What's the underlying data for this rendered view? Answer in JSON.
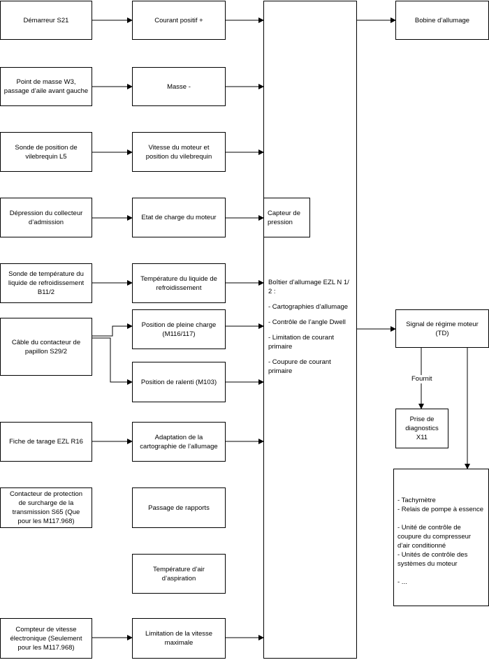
{
  "sources": {
    "demarreur": "Démarreur S21",
    "masse_point": "Point de masse W3,\npassage d’aile avant gauche",
    "sonde_vilebrequin": "Sonde de position de\nvilebrequin L5",
    "depression": "Dépression du collecteur\nd’admission",
    "sonde_temp": "Sonde de température du\nliquide de refroidissement\nB11/2",
    "cable_papillon": "Câble du contacteur de\npapillon S29/2",
    "fiche_tarage": "Fiche de tarage EZL R16",
    "contacteur_protection": "Contacteur de protection\nde surcharge de la\ntransmission S65 (Que\npour les M117.968)",
    "compteur_vitesse": "Compteur de vitesse\nélectronique (Seulement\npour les M117.968)"
  },
  "signals": {
    "courant_positif": "Courant positif +",
    "masse": "Masse -",
    "vitesse_moteur": "Vitesse du moteur et\nposition du vilebrequin",
    "etat_charge": "Etat de charge du moteur",
    "temp_liquide": "Température du liquide de\nrefroidissement",
    "pleine_charge": "Position de pleine charge\n(M116/117)",
    "ralenti": "Position de ralenti (M103)",
    "adaptation": "Adaptation de la\ncartographie de l’allumage",
    "passage_rapports": "Passage de rapports",
    "temp_air": "Température d’air\nd’aspiration",
    "limitation_vitesse": "Limitation de la vitesse\nmaximale"
  },
  "capteur_pression": "Capteur de\npression",
  "ecu": {
    "title": "Boîtier d’allumage EZL N 1/\n2 :",
    "items": [
      "- Cartographies d’allumage",
      "- Contrôle de  l’angle Dwell",
      "- Limitation de courant\nprimaire",
      "- Coupure de courant\nprimaire"
    ]
  },
  "outputs": {
    "bobine": "Bobine d’allumage",
    "signal_regime": "Signal de régime moteur\n(TD)",
    "fournit_label": "Fournit",
    "prise_diagnostics": "Prise de\ndiagnostics X11",
    "consumers": "- Tachymètre\n- Relais de pompe à essence\n\n- Unité de contrôle de\ncoupure du compresseur\nd’air conditionné\n- Unités de contrôle des\nsystèmes du moteur\n\n- ..."
  }
}
